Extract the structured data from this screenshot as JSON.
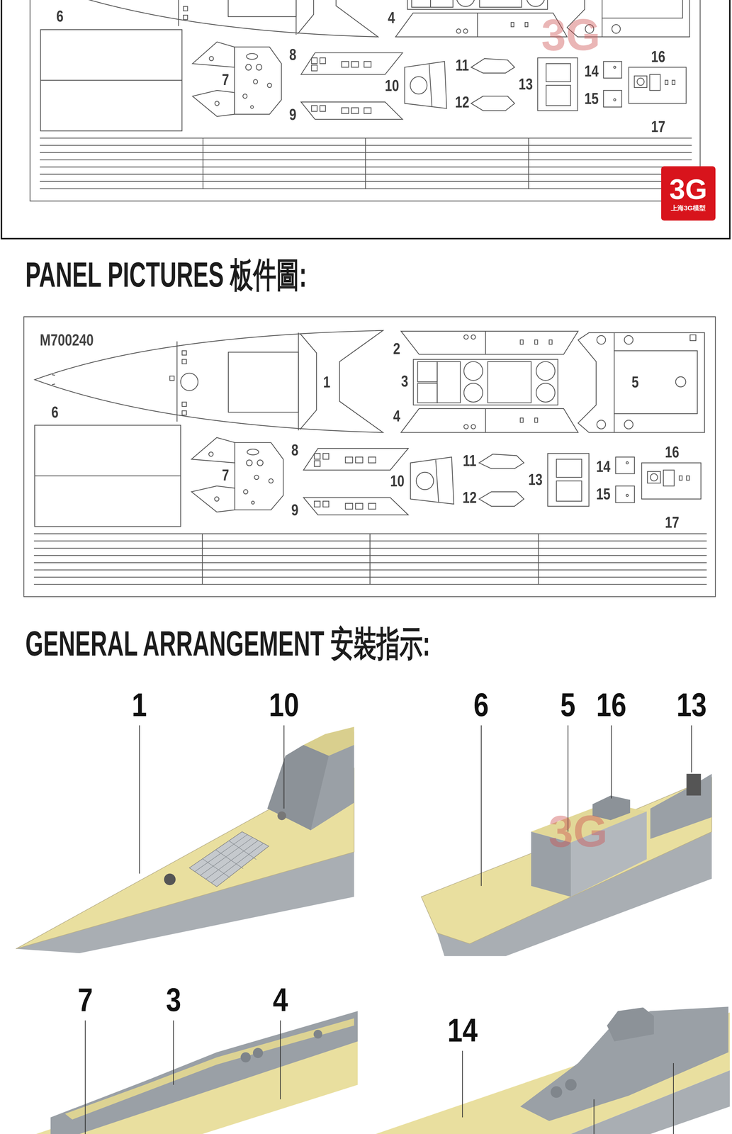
{
  "diagram": {
    "nodes": [
      {
        "text": [
          "3G",
          "上海3G模型"
        ]
      }
    ],
    "labels": [
      "6",
      "4",
      "8",
      "7",
      "9",
      "10",
      "11",
      "12",
      "13",
      "14",
      "15",
      "16",
      "17",
      "3G",
      "PANEL PICTURES 板件圖:",
      "M700240",
      "1",
      "6",
      "2",
      "3",
      "4",
      "5",
      "7",
      "8",
      "9",
      "10",
      "11",
      "12",
      "13",
      "14",
      "15",
      "16",
      "17",
      "GENERAL ARRANGEMENT 安裝指示:",
      "1",
      "10",
      "6",
      "5",
      "16",
      "13",
      "3G",
      "7",
      "3",
      "4",
      "14"
    ]
  }
}
